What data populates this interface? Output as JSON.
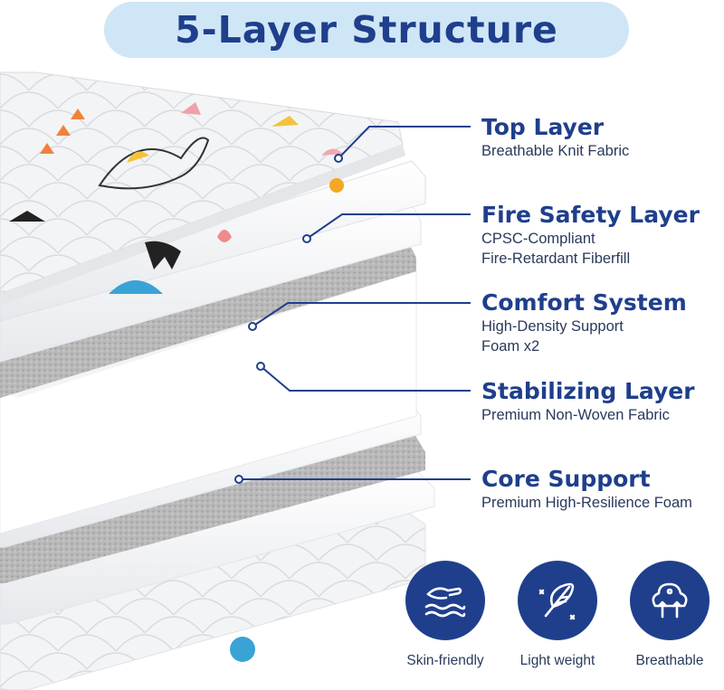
{
  "title": "5-Layer Structure",
  "layers": [
    {
      "name": "Top Layer",
      "lines": [
        "Breathable Knit Fabric"
      ]
    },
    {
      "name": "Fire Safety Layer",
      "lines": [
        "CPSC-Compliant",
        "Fire-Retardant Fiberfill"
      ]
    },
    {
      "name": "Comfort System",
      "lines": [
        "High-Density Support",
        "Foam x2"
      ]
    },
    {
      "name": "Stabilizing Layer",
      "lines": [
        "Premium Non-Woven Fabric"
      ]
    },
    {
      "name": "Core Support",
      "lines": [
        "Premium High-Resilience Foam"
      ]
    }
  ],
  "features": [
    {
      "label": "Skin-friendly",
      "icon": "skin-hand-waves-icon"
    },
    {
      "label": "Light weight",
      "icon": "feather-icon"
    },
    {
      "label": "Breathable",
      "icon": "tree-airflow-icon"
    }
  ],
  "colors": {
    "accent": "#1f3f8c",
    "title_bg": "#cfe6f6",
    "text": "#2a3a5c"
  }
}
